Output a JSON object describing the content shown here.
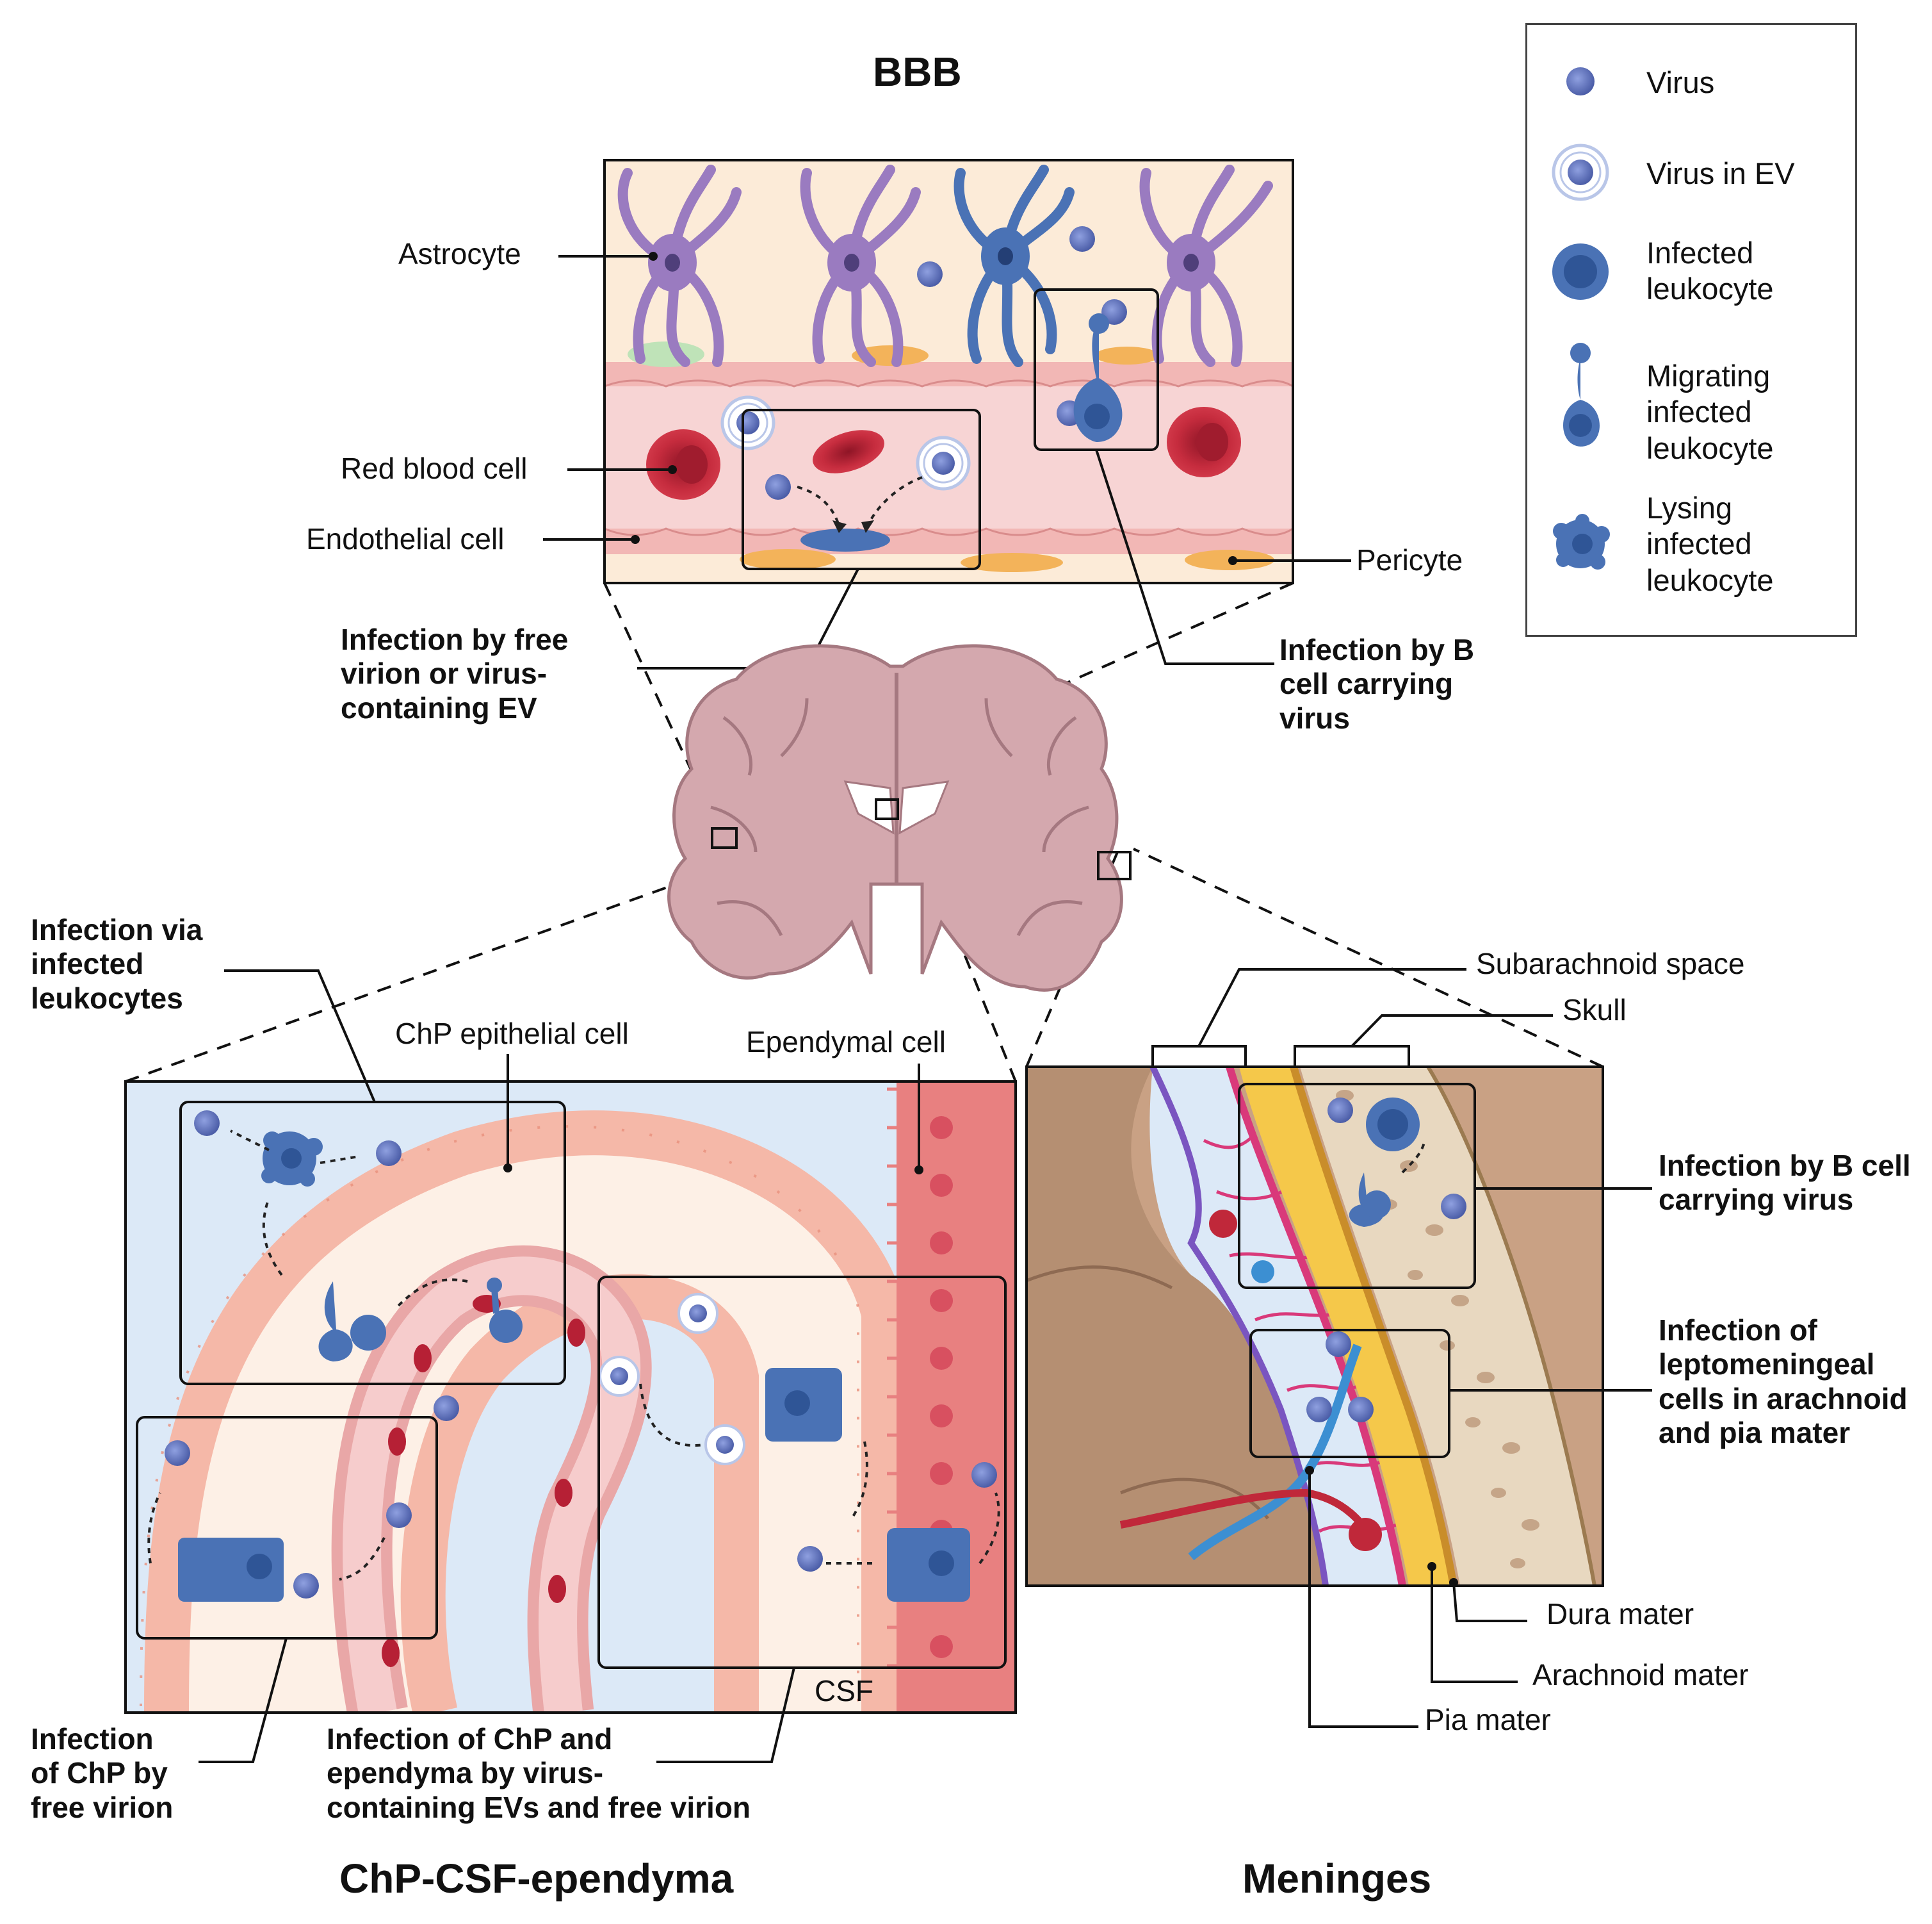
{
  "titles": {
    "bbb": "BBB",
    "chp": "ChP-CSF-ependyma",
    "meninges": "Meninges"
  },
  "bbb_labels": {
    "astrocyte": "Astrocyte",
    "red_blood_cell": "Red blood cell",
    "endothelial_cell": "Endothelial cell",
    "pericyte": "Pericyte",
    "infection_free_virion": "Infection by free\nvirion or virus-\ncontaining EV",
    "infection_b_cell": "Infection by B\ncell carrying\nvirus"
  },
  "chp_labels": {
    "infection_via_leukocytes": "Infection via\ninfected\nleukocytes",
    "chp_epithelial_cell": "ChP epithelial cell",
    "ependymal_cell": "Ependymal cell",
    "csf": "CSF",
    "infection_chp_free_virion": "Infection\nof ChP by\nfree virion",
    "infection_chp_ependyma": "Infection of ChP and\nependyma by virus-\ncontaining EVs and free virion"
  },
  "meninges_labels": {
    "subarachnoid_space": "Subarachnoid space",
    "skull": "Skull",
    "infection_b_cell": "Infection by B cell\ncarrying virus",
    "infection_leptomeningeal": "Infection of\nleptomeningeal\ncells in arachnoid\nand pia mater",
    "dura_mater": "Dura mater",
    "arachnoid_mater": "Arachnoid mater",
    "pia_mater": "Pia mater"
  },
  "legend": {
    "items": [
      {
        "icon": "virus-icon",
        "label": "Virus"
      },
      {
        "icon": "virus-in-ev-icon",
        "label": "Virus in EV"
      },
      {
        "icon": "infected-leukocyte-icon",
        "label": "Infected\nleukocyte"
      },
      {
        "icon": "migrating-leukocyte-icon",
        "label": "Migrating\ninfected\nleukocyte"
      },
      {
        "icon": "lysing-leukocyte-icon",
        "label": "Lysing\ninfected\nleukocyte"
      }
    ]
  },
  "colors": {
    "virus": "#5b6fb8",
    "leukocyte": "#4a72b5",
    "astrocyte": "#9a7bc0",
    "red_blood_cell": "#c0283a",
    "endothelium": "#f0b8b8",
    "pericyte": "#f3b35a",
    "brain": "#d4a8ae",
    "chp_background": "#dce9f7",
    "chp_epithelium": "#f5b8a8",
    "ependyma": "#e88080",
    "dura": "#f5c84a",
    "arachnoid": "#d9397a",
    "pia": "#7a55c0",
    "skull": "#e8d8c0"
  }
}
